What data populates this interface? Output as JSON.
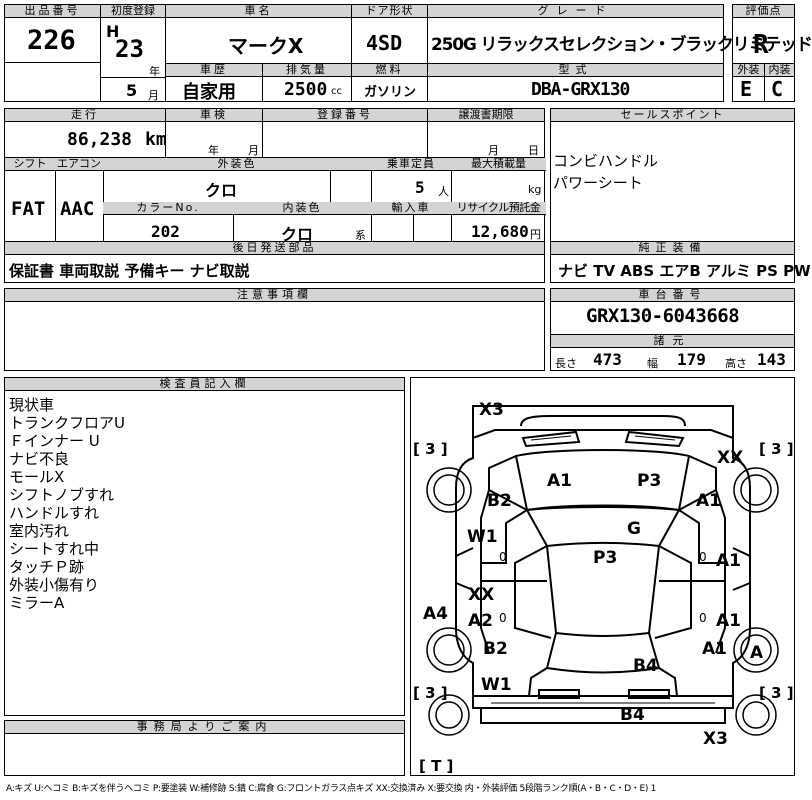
{
  "header": {
    "lot_label": "出品番号",
    "lot": "226",
    "first_reg_label": "初度登録",
    "era": "H",
    "year": "23",
    "year_unit": "年",
    "month": "5",
    "month_unit": "月",
    "name_label": "車名",
    "name": "マークX",
    "door_label": "ドア形状",
    "door": "4SD",
    "grade_label": "グレード",
    "grade": "250G リラックスセレクション・ブラックリミテッド",
    "score_label": "評価点",
    "score": "R",
    "history_label": "車歴",
    "history": "自家用",
    "displacement_label": "排気量",
    "displacement": "2500",
    "displacement_unit": "cc",
    "fuel_label": "燃料",
    "fuel": "ガソリン",
    "model_label": "型式",
    "model": "DBA-GRX130",
    "ext_label": "外装",
    "ext": "E",
    "int_label": "内装",
    "int": "C"
  },
  "row2": {
    "mileage_label": "走行",
    "mileage": "86,238",
    "mileage_unit": "km",
    "inspection_label": "車検",
    "insp_year": "年",
    "insp_month": "月",
    "regno_label": "登録番号",
    "transfer_label": "譲渡書期限",
    "tr_month": "月",
    "tr_day": "日",
    "sales_label": "セールスポイント",
    "sales_points": [
      "コンビハンドル",
      "パワーシート"
    ]
  },
  "row3": {
    "shift_label": "シフト",
    "shift": "FAT",
    "ac_label": "エアコン",
    "ac": "AAC",
    "color_label": "外装色",
    "color": "クロ",
    "capacity_label": "乗車定員",
    "capacity": "5",
    "capacity_unit": "人",
    "load_label": "最大積載量",
    "load_unit": "kg",
    "color_no_label": "カラーNo.",
    "color_no": "202",
    "interior_label": "内装色",
    "interior": "クロ",
    "interior_unit": "系",
    "import_label": "輸入車",
    "recycle_label": "リサイクル預託金",
    "recycle": "12,680",
    "recycle_unit": "円"
  },
  "parts": {
    "label": "後日発送部品",
    "value": "保証書 車両取説 予備キー ナビ取説"
  },
  "equipment": {
    "label": "純正装備",
    "value": "ナビ TV ABS エアB アルミ PS PW"
  },
  "caution": {
    "label": "注意事項欄"
  },
  "chassis": {
    "label": "車台番号",
    "value": "GRX130-6043668",
    "specs_label": "諸元",
    "length_label": "長さ",
    "length": "473",
    "width_label": "幅",
    "width": "179",
    "height_label": "高さ",
    "height": "143"
  },
  "inspector": {
    "label": "検査員記入欄",
    "notes": [
      "現状車",
      "トランクフロアU",
      "Ｆインナー U",
      "ナビ不良",
      "モールX",
      "シフトノブすれ",
      "ハンドルすれ",
      "室内汚れ",
      "シートすれ中",
      "タッチＰ跡",
      "外装小傷有り",
      "ミラーA"
    ]
  },
  "diagram": {
    "marks": {
      "x3_top": "X3",
      "a1_hood_l": "A1",
      "p3_hood_r": "P3",
      "xx_fr": "XX",
      "b2_l": "B2",
      "a1_r": "A1",
      "g_glass": "G",
      "w1_l": "W1",
      "p3_roof": "P3",
      "a1_rdoor_f": "A1",
      "xx_l": "XX",
      "a2_l": "A2",
      "a4_l": "A4",
      "a1_rdoor_r": "A1",
      "b2_rear_l": "B2",
      "b4_trunk": "B4",
      "a1_rr": "A1",
      "a_circle": "A",
      "w1_rear_l": "W1",
      "b4_rear": "B4",
      "x3_bottom": "X3"
    },
    "tires": {
      "fl": "3",
      "fr": "3",
      "rl": "3",
      "rr": "3",
      "t": "T"
    },
    "zeros": [
      "0",
      "0",
      "0",
      "0"
    ]
  },
  "office": {
    "label": "事務局よりご案内"
  },
  "legend": "A:キズ U:ヘコミ B:キズを伴うヘコミ P:要塗装 W:補修跡 S:錆 C:腐食 G:フロントガラス点キズ XX:交換済み X:要交換 内・外装評価 5段階ランク順(A・B・C・D・E) 1"
}
